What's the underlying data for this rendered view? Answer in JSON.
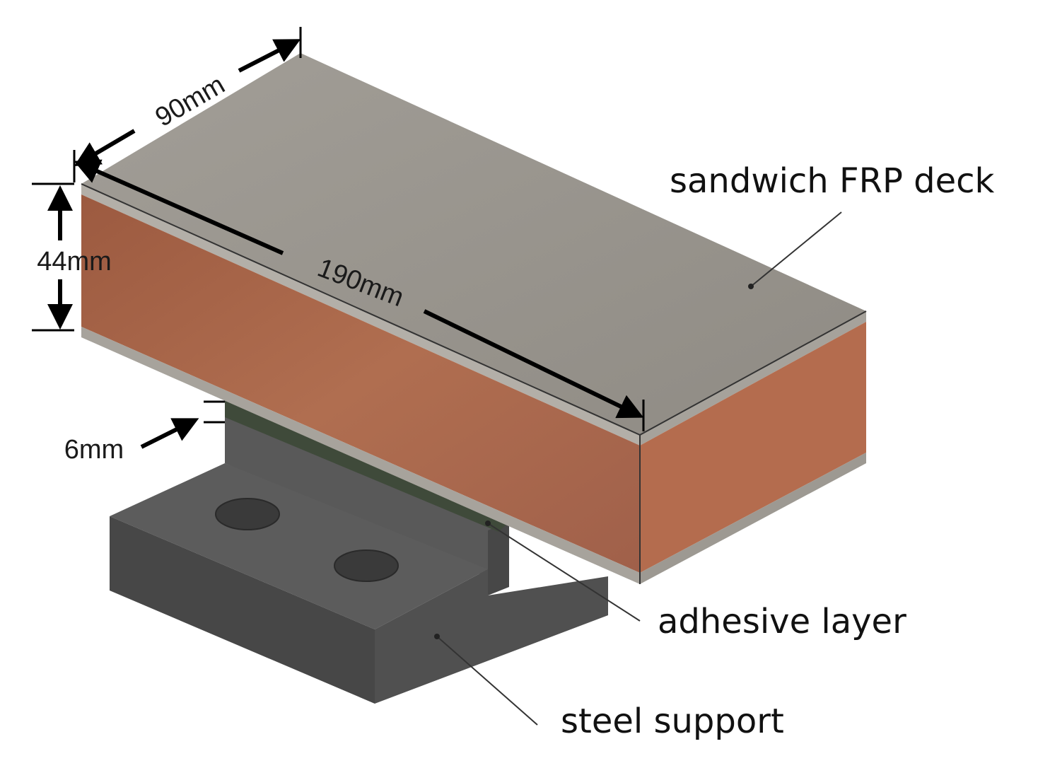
{
  "labels": {
    "deck": "sandwich FRP deck",
    "adhesive": "adhesive layer",
    "support": "steel support"
  },
  "dimensions": {
    "width": "90mm",
    "length": "190mm",
    "height": "44mm",
    "adhesive_thickness": "6mm"
  },
  "colors": {
    "deck_top": "#9a968f",
    "deck_skin": "#b0aca5",
    "core_front": "#a8654a",
    "core_right": "#b06a4c",
    "adhesive": "#3f4a3a",
    "steel_top": "#5a5a5a",
    "steel_front": "#4a4a4a",
    "steel_web": "#555555",
    "bolt_hole": "#3a3a3a"
  }
}
